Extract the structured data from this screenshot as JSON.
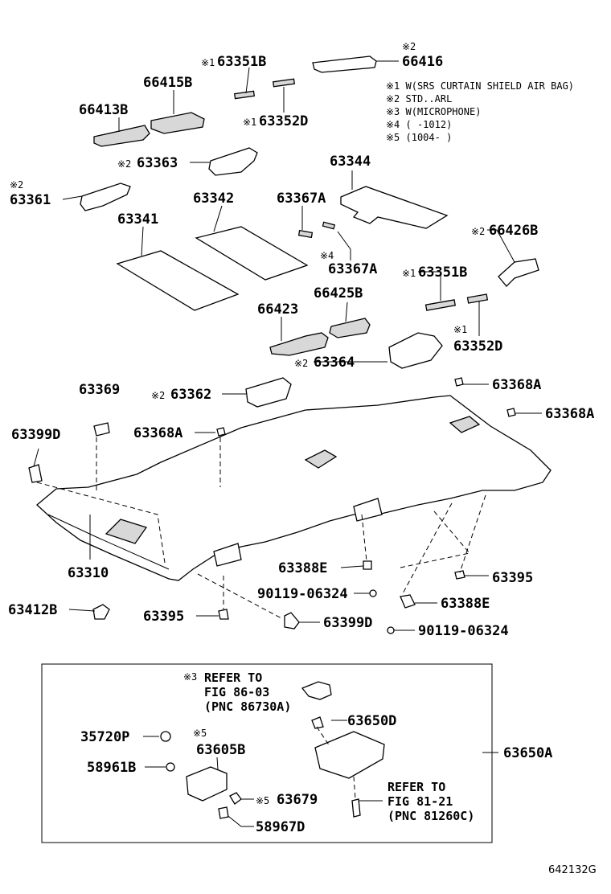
{
  "notes": [
    "※1 W(SRS CURTAIN SHIELD AIR BAG)",
    "※2 STD..ARL",
    "※3 W(MICROPHONE)",
    "※4 (      -1012)",
    "※5 (1004-      )"
  ],
  "callouts": {
    "p66416": {
      "mark": "※2",
      "num": "66416"
    },
    "p63351B_top": {
      "mark": "※1",
      "num": "63351B"
    },
    "p66415B": {
      "mark": "",
      "num": "66415B"
    },
    "p66413B": {
      "mark": "",
      "num": "66413B"
    },
    "p63352D_top": {
      "mark": "※1",
      "num": "63352D"
    },
    "p63363": {
      "mark": "※2",
      "num": "63363"
    },
    "p63361": {
      "mark": "※2",
      "num": "63361"
    },
    "p63344": {
      "mark": "",
      "num": "63344"
    },
    "p63342": {
      "mark": "",
      "num": "63342"
    },
    "p63367A_a": {
      "mark": "",
      "num": "63367A"
    },
    "p63341": {
      "mark": "",
      "num": "63341"
    },
    "p66426B": {
      "mark": "※2",
      "num": "66426B"
    },
    "p63367A_b": {
      "mark": "※4",
      "num": "63367A"
    },
    "p63351B_mid": {
      "mark": "※1",
      "num": "63351B"
    },
    "p66425B": {
      "mark": "",
      "num": "66425B"
    },
    "p66423": {
      "mark": "",
      "num": "66423"
    },
    "p63352D_mid": {
      "mark": "※1",
      "num": "63352D"
    },
    "p63364": {
      "mark": "※2",
      "num": "63364"
    },
    "p63369": {
      "mark": "",
      "num": "63369"
    },
    "p63362": {
      "mark": "※2",
      "num": "63362"
    },
    "p63368A_a": {
      "mark": "",
      "num": "63368A"
    },
    "p63368A_b": {
      "mark": "",
      "num": "63368A"
    },
    "p63399D_a": {
      "mark": "",
      "num": "63399D"
    },
    "p63368A_c": {
      "mark": "",
      "num": "63368A"
    },
    "p63310": {
      "mark": "",
      "num": "63310"
    },
    "p63388E_a": {
      "mark": "",
      "num": "63388E"
    },
    "p63395_a": {
      "mark": "",
      "num": "63395"
    },
    "p90119_a": {
      "mark": "",
      "num": "90119-06324"
    },
    "p63412B": {
      "mark": "",
      "num": "63412B"
    },
    "p63395_b": {
      "mark": "",
      "num": "63395"
    },
    "p63388E_b": {
      "mark": "",
      "num": "63388E"
    },
    "p63399D_b": {
      "mark": "",
      "num": "63399D"
    },
    "p90119_b": {
      "mark": "",
      "num": "90119-06324"
    },
    "p63650D": {
      "mark": "",
      "num": "63650D"
    },
    "p35720P": {
      "mark": "",
      "num": "35720P"
    },
    "p63605B": {
      "mark": "※5",
      "num": "63605B"
    },
    "p63650A": {
      "mark": "",
      "num": "63650A"
    },
    "p58961B": {
      "mark": "",
      "num": "58961B"
    },
    "p63679": {
      "mark": "※5",
      "num": "63679"
    },
    "p58967D": {
      "mark": "",
      "num": "58967D"
    }
  },
  "refs": {
    "ref1": {
      "mark": "※3",
      "l1": "REFER TO",
      "l2": "FIG 86-03",
      "l3": "(PNC 86730A)"
    },
    "ref2": {
      "mark": "",
      "l1": "REFER TO",
      "l2": "FIG 81-21",
      "l3": "(PNC 81260C)"
    }
  },
  "figure_id": "642132G"
}
